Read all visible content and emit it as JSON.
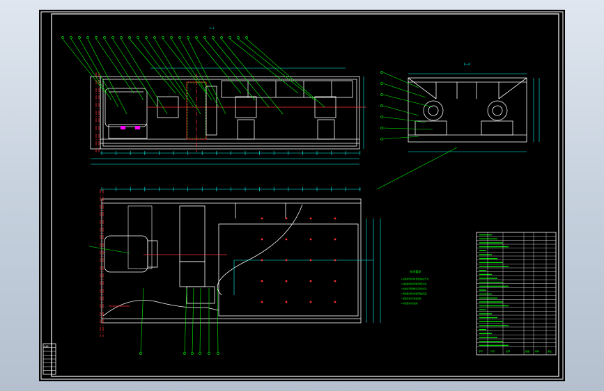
{
  "drawing": {
    "top_view_title": "I—I",
    "side_view_title": "II—II",
    "notes_title": "技术要求",
    "note_lines": [
      "1.装配前所有零件用煤油清洗干净。",
      "2.减速器内装润滑油至规定高度。",
      "3.各轴承间隙调整后应转动灵活。",
      "4.联轴器安装时两轴同轴度误差。",
      "5.装配后进行空载试运转。",
      "6.外表面涂灰色油漆。"
    ]
  },
  "bom": {
    "headers": [
      "序号",
      "代号",
      "名称",
      "数量",
      "材料",
      "备注"
    ],
    "row_count": 30
  },
  "title_block": {
    "label": "标题栏"
  },
  "colors": {
    "background": "#000000",
    "outline": "#ffffff",
    "leader": "#00ff00",
    "dimension": "#00ffff",
    "hidden": "#ff3030",
    "highlight": "#ff00ff",
    "hatch": "#ffff00",
    "frame": "#ffffff"
  }
}
